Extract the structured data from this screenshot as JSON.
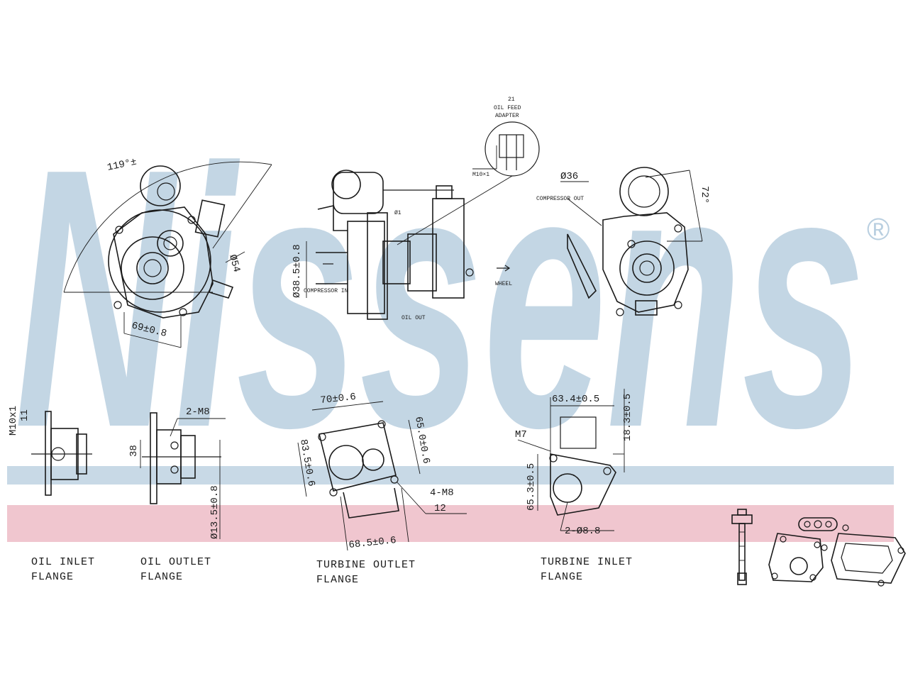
{
  "watermark": {
    "brand": "Nissens",
    "registered": "®",
    "color": "#b9cfe0",
    "band_blue": "#c8d9e6",
    "band_pink": "#f0c6cf"
  },
  "top_views": {
    "left": {
      "angle": "119°±",
      "dim_bolt_circle": "69±0.8",
      "dim_side": "Ø54"
    },
    "center": {
      "oil_feed_number": "21",
      "oil_feed_line1": "OIL FEED",
      "oil_feed_line2": "ADAPTER",
      "oil_feed_thread": "M10×1",
      "dim_compressor": "Ø38.5±0.8",
      "compressor_in": "COMPRESSOR IN",
      "dim_small": "Ø1",
      "oil_out": "OIL OUT",
      "wheel_arrow": "WHEEL"
    },
    "right": {
      "dim_dia": "Ø36",
      "compressor_outlet": "COMPRESSOR OUT",
      "dim_angle": "72°"
    }
  },
  "flanges": {
    "oil_inlet": {
      "line1": "OIL INLET",
      "line2": "FLANGE",
      "thread": "M10x1",
      "depth": "11"
    },
    "oil_outlet": {
      "line1": "OIL OUTLET",
      "line2": "FLANGE",
      "bolts": "2-M8",
      "height": "38",
      "dia": "Ø13.5±0.8"
    },
    "turbine_outlet": {
      "line1": "TURBINE OUTLET",
      "line2": "FLANGE",
      "width": "70±0.6",
      "right": "65.0±0.6",
      "left": "83.5±0.6",
      "bolts": "4-M8",
      "depth": "12",
      "bottom": "68.5±0.6"
    },
    "turbine_inlet": {
      "line1": "TURBINE INLET",
      "line2": "FLANGE",
      "top": "63.4±0.5",
      "thread": "M7",
      "right": "18.3±0.5",
      "left": "65.3±0.5",
      "holes": "2-Ø8.8"
    }
  }
}
